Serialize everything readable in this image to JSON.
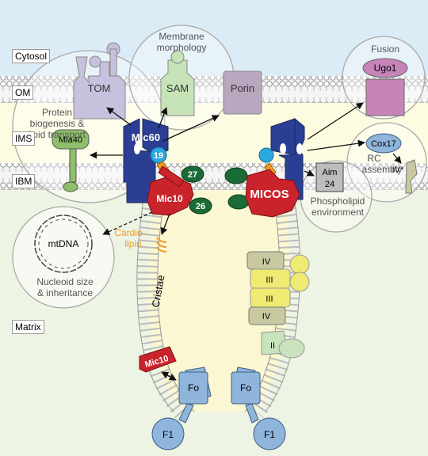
{
  "compartments": {
    "cytosol": "Cytosol",
    "om": "OM",
    "ims": "IMS",
    "ibm": "IBM",
    "matrix": "Matrix"
  },
  "proteins": {
    "tom": "TOM",
    "sam": "SAM",
    "porin": "Porin",
    "ugo1": "Ugo1",
    "mic60": "Mic60",
    "mic19": "19",
    "mic27": "27",
    "mic26": "26",
    "mic10": "Mic10",
    "mic10_crista": "Mic10",
    "micos": "MICOS",
    "mia40": "Mia40",
    "cox17": "Cox17",
    "aim24_line1": "Aim",
    "aim24_line2": "24",
    "complex_iv_star": "IV*",
    "complex_iv_a": "IV",
    "complex_iii_a": "III",
    "complex_iii_b": "III",
    "complex_iv_b": "IV",
    "complex_ii": "II",
    "fo_left": "Fo",
    "fo_right": "Fo",
    "f1_left": "F1",
    "f1_right": "F1",
    "mtdna": "mtDNA",
    "cristae": "Cristae"
  },
  "functions": {
    "membrane_morphology": [
      "Membrane",
      "morphology"
    ],
    "protein_biogenesis": [
      "Protein",
      "biogenesis &",
      "lipid transport"
    ],
    "fusion": "Fusion",
    "rc_assembly": [
      "RC",
      "assembly"
    ],
    "phospholipid": [
      "Phospholipid",
      "environment"
    ],
    "nucleoid": [
      "Nucleoid size",
      "& inheritance"
    ],
    "cardiolipin": [
      "Cardio-",
      "lipin"
    ]
  },
  "colors": {
    "cytosol_bg": "#dcecf6",
    "ims_bg": "#fdfbe0",
    "matrix_bg": "#eef4e4",
    "crista_lumen": "#fbf7d2",
    "mic60": "#2a3f94",
    "mic10": "#c9232b",
    "mic19": "#2aa8e0",
    "mic26_27": "#1b6b36",
    "tom": "#c7c1de",
    "sam": "#c5e3b7",
    "porin": "#b8a7bf",
    "ugo1": "#c684b8",
    "complex_iii": "#eeea72",
    "complex_iv": "#c8c9a1",
    "complex_ii": "#c9e3bd",
    "atp_synthase": "#8fb5dc",
    "mia40": "#8ebf6a",
    "aim24": "#bdbdbd",
    "cardiolipin": "#f29a1f"
  }
}
